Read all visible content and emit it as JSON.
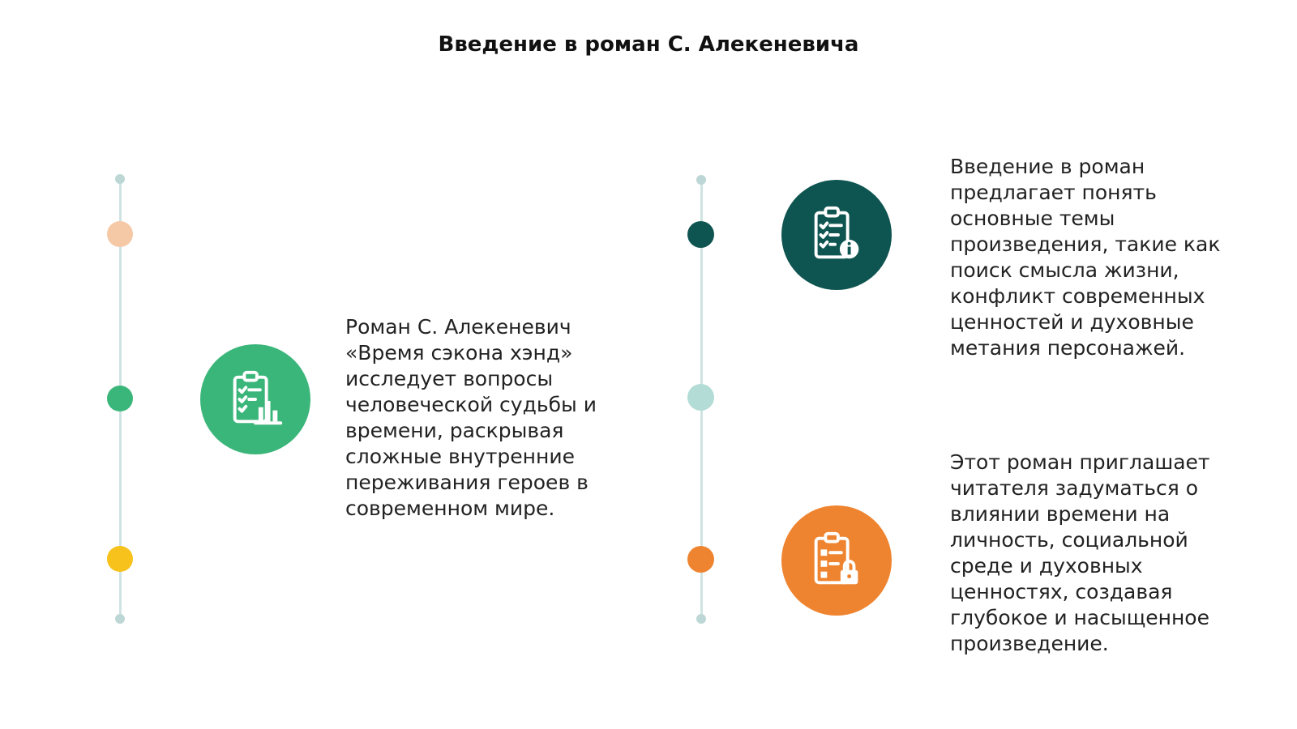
{
  "title": "Введение в роман С. Алекеневича",
  "colors": {
    "timeline_line": "#cfe3e3",
    "dot_peach": "#f5c9a6",
    "dot_green": "#3bb67a",
    "dot_yellow": "#f7c21b",
    "dot_teal_dark": "#0e5450",
    "dot_teal_light": "#b3dcd6",
    "dot_orange": "#ef8430",
    "icon_green": "#3bb67a",
    "icon_teal": "#0e5450",
    "icon_orange": "#ef8430"
  },
  "blocks": [
    {
      "icon": "clipboard-chart-icon",
      "text": "Роман С. Алекеневич «Время сэкона хэнд» исследует вопросы человеческой судьбы и времени, раскрывая сложные внутренние переживания героев в современном мире."
    },
    {
      "icon": "clipboard-info-icon",
      "text": "Введение в роман предлагает понять основные темы произведения, такие как поиск смысла жизни, конфликт современных ценностей и духовные метания персонажей."
    },
    {
      "icon": "clipboard-lock-icon",
      "text": "Этот роман приглашает читателя задуматься о влиянии времени на личность, социальной среде и духовных ценностях, создавая глубокое и насыщенное произведение."
    }
  ]
}
